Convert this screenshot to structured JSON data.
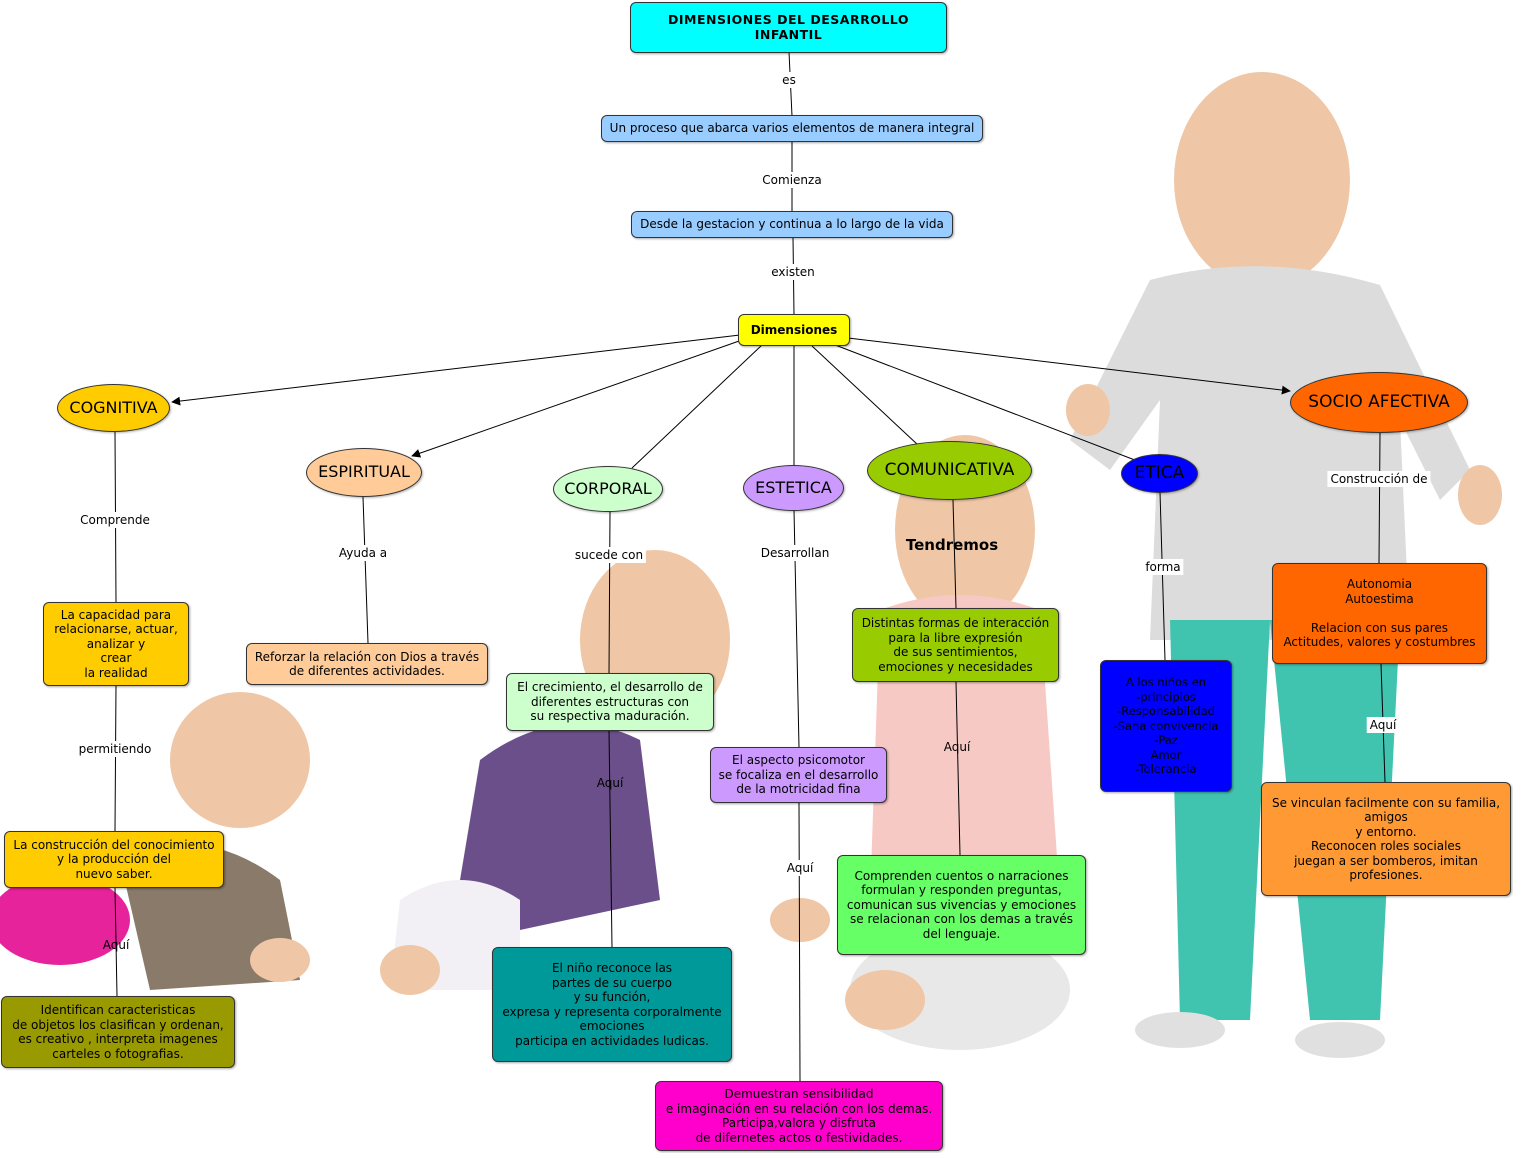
{
  "title": "DIMENSIONES DEL DESARROLLO INFANTIL",
  "process": "Un proceso que abarca varios elementos de manera integral",
  "start": "Desde la gestacion y continua a lo largo de la vida",
  "center": "Dimensiones",
  "links": {
    "es": "es",
    "comienza": "Comienza",
    "existen": "existen",
    "comprende": "Comprende",
    "permitiendo": "permitiendo",
    "cognitiva_aqui": "Aquí",
    "ayuda_a": "Ayuda a",
    "sucede_con": "sucede con",
    "corporal_aqui": "Aquí",
    "desarrollan": "Desarrollan",
    "estetica_aqui": "Aquí",
    "tendremos": "Tendremos",
    "comunicativa_aqui": "Aquí",
    "forma": "forma",
    "construccion_de": "Construcción de",
    "socio_aqui": "Aquí"
  },
  "dimensions": {
    "cognitiva": {
      "label": "COGNITIVA",
      "desc": "La capacidad para\nrelacionarse, actuar,\nanalizar y\ncrear\nla realidad",
      "result": "La construcción del conocimiento\ny la producción del\nnuevo saber.",
      "detail": "Identifican caracteristicas\nde objetos los clasifican y ordenan,\nes creativo , interpreta imagenes\ncarteles o fotografias."
    },
    "espiritual": {
      "label": "ESPIRITUAL",
      "desc": "Reforzar la relación con Dios a través\nde diferentes actividades."
    },
    "corporal": {
      "label": "CORPORAL",
      "desc": "El crecimiento, el desarrollo de\ndiferentes estructuras con\nsu respectiva maduración.",
      "detail": "El niño reconoce las\npartes de su cuerpo\ny su función,\nexpresa y representa corporalmente\nemociones\nparticipa en actividades ludicas."
    },
    "estetica": {
      "label": "ESTETICA",
      "desc": "El aspecto psicomotor\nse focaliza en el desarrollo\nde la motricidad fina",
      "detail": "Demuestran sensibilidad\ne imaginación en su relación con los demas.\nParticipa,valora y disfruta\nde difernetes actos o festividades."
    },
    "comunicativa": {
      "label": "COMUNICATIVA",
      "desc": "Distintas formas de interacción\npara la libre expresión\nde sus sentimientos,\nemociones y necesidades",
      "detail": "Comprenden cuentos o narraciones\nformulan y responden preguntas,\ncomunican sus vivencias y emociones\nse relacionan con los demas a través\ndel lenguaje."
    },
    "etica": {
      "label": "ETICA",
      "desc": "A los niños en\n-principios\n-Responsabilidad\n-Sana convivencia\n-Paz\nAmor\n-Tolerancia"
    },
    "socio": {
      "label": "SOCIO AFECTIVA",
      "desc": "Autonomia\nAutoestima\n\nRelacion con sus pares\nActitudes, valores y costumbres",
      "detail": "Se vinculan facilmente con su familia,\namigos\ny entorno.\nReconocen roles sociales\njuegan a ser bomberos, imitan\nprofesiones."
    }
  },
  "colors": {
    "title": "#00ffff",
    "blue_box": "#99ccff",
    "center": "#ffff00",
    "cognitiva": "#ffcc00",
    "espiritual": "#ffcc99",
    "corporal": "#ccffcc",
    "estetica": "#cc99ff",
    "comunicativa": "#99cc00",
    "etica": "#0000ff",
    "socio": "#ff6600",
    "socio_detail": "#ff9933",
    "cognitiva_detail": "#999900",
    "corporal_detail": "#009999",
    "estetica_detail": "#ff00cc",
    "comunicativa_detail": "#66ff66"
  },
  "background_images": [
    "baby-crawling-pink",
    "baby-crawling-purple",
    "baby-sitting-pink",
    "baby-standing-gray"
  ]
}
